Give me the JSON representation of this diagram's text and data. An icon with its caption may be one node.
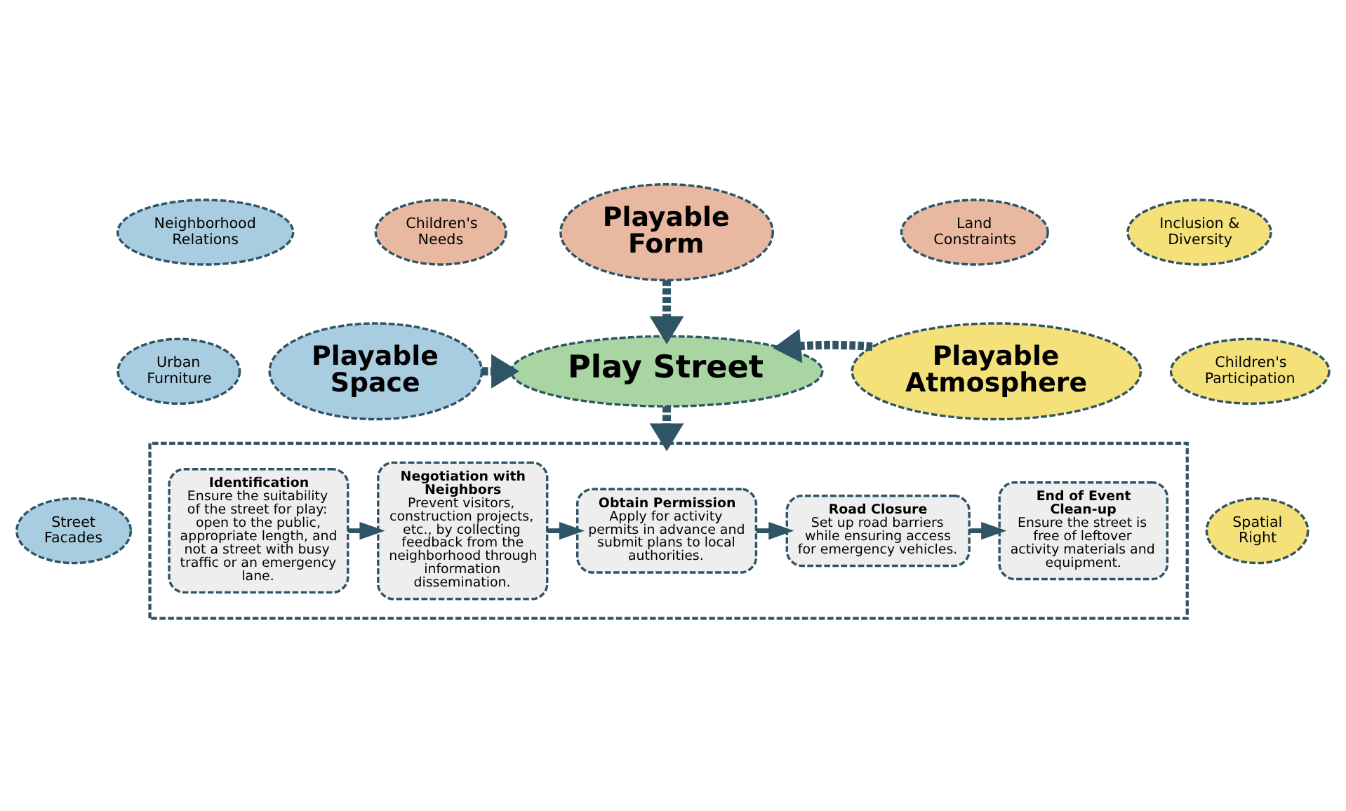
{
  "diagram": {
    "nodes": [
      {
        "text": [
          "Playable Form"
        ]
      },
      {
        "text": [
          "Children's Needs"
        ]
      },
      {
        "text": [
          "Land Constraints"
        ]
      },
      {
        "text": [
          "Playable Space"
        ]
      },
      {
        "text": [
          "Neighborhood Relations"
        ]
      },
      {
        "text": [
          "Urban Furniture"
        ]
      },
      {
        "text": [
          "Street Facades"
        ]
      },
      {
        "text": [
          "Playable Atmosphere"
        ]
      },
      {
        "text": [
          "Inclusion & Diversity"
        ]
      },
      {
        "text": [
          "Children's Participation"
        ]
      },
      {
        "text": [
          "Spatial Right"
        ]
      },
      {
        "text": [
          "Play Street"
        ]
      },
      {
        "text": [],
        "shape": "box"
      },
      {
        "text": [
          "Identification",
          "Ensure the suitability of the street for play: open to the public, appropriate length, and not a street with busy traffic or an emergency lane."
        ],
        "in": 12
      },
      {
        "text": [
          "Negotiation with Neighbors",
          "Prevent visitors, construction projects, etc., by collecting feedback from the neighborhood through information dissemination."
        ],
        "in": 12
      },
      {
        "text": [
          "Obtain Permission",
          "Apply for activity permits in advance and submit plans to local authorities."
        ],
        "in": 12
      },
      {
        "text": [
          "Road Closure",
          "Set up road barriers while ensuring access for emergency vehicles."
        ],
        "in": 12
      },
      {
        "text": [
          "End of Event Clean-up",
          "Ensure the street is free of leftover activity materials and equipment."
        ],
        "in": 12
      }
    ],
    "edges": [
      {
        "from": 0,
        "to": 11,
        "arrow": "to",
        "style": "dashed"
      },
      {
        "from": 3,
        "to": 11,
        "arrow": "to",
        "style": "dashed"
      },
      {
        "from": 7,
        "to": 11,
        "arrow": "to",
        "style": "dashed"
      },
      {
        "from": 11,
        "to": 12,
        "arrow": "to",
        "style": "dashed"
      },
      {
        "from": 13,
        "to": 14,
        "arrow": "to"
      },
      {
        "from": 14,
        "to": 15,
        "arrow": "to"
      },
      {
        "from": 15,
        "to": 16,
        "arrow": "to"
      },
      {
        "from": 16,
        "to": 17,
        "arrow": "to"
      }
    ]
  }
}
